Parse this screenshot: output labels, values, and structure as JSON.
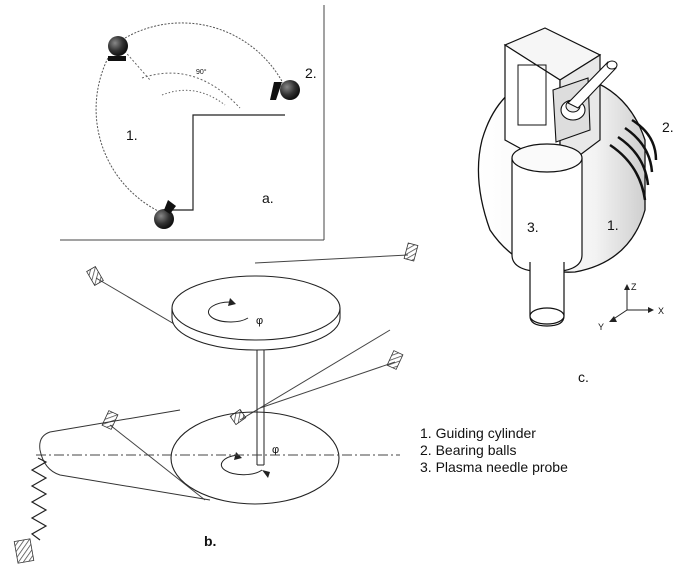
{
  "panel_a": {
    "label": "a.",
    "region_label": "1.",
    "balls_label": "2.",
    "angle_label": "90°"
  },
  "panel_b": {
    "label": "b.",
    "phi_upper": "φ",
    "phi_lower": "φ"
  },
  "panel_c": {
    "label": "c.",
    "part_probe": "3.",
    "part_cylinder": "1.",
    "part_balls": "2.",
    "axis_z": "Z",
    "axis_x": "X",
    "axis_y": "Y"
  },
  "legend": [
    "1. Guiding cylinder",
    "2. Bearing balls",
    "3. Plasma needle probe"
  ],
  "colors": {
    "ink": "#111111",
    "ball": "#333333",
    "hatch": "#555555"
  }
}
